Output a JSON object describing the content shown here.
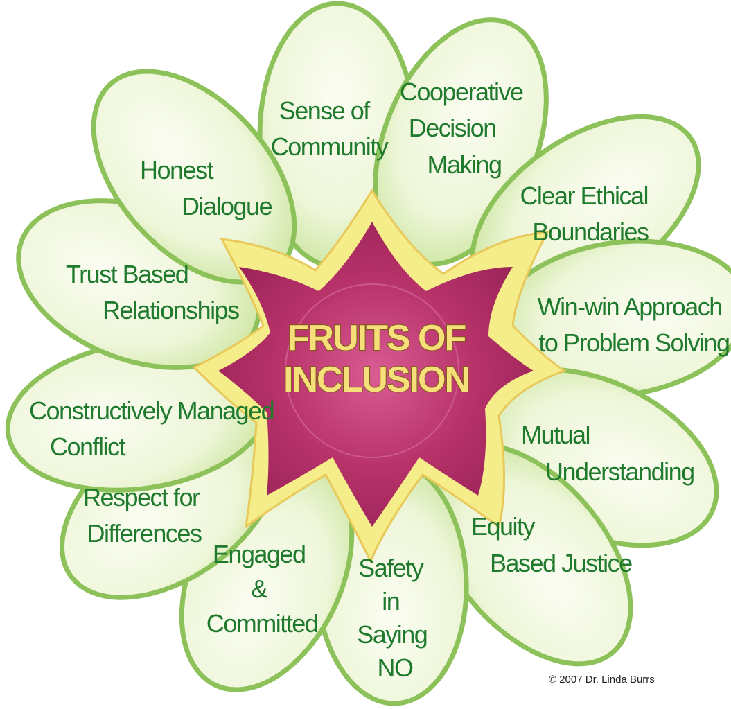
{
  "center": {
    "title_line1": "FRUITS OF",
    "title_line2": "INCLUSION"
  },
  "petals": [
    {
      "lines": [
        "Sense of",
        "Community"
      ]
    },
    {
      "lines": [
        "Cooperative",
        "Decision",
        "Making"
      ]
    },
    {
      "lines": [
        "Clear Ethical",
        "Boundaries"
      ]
    },
    {
      "lines": [
        "Win-win Approach",
        "to Problem Solving"
      ]
    },
    {
      "lines": [
        "Mutual",
        "Understanding"
      ]
    },
    {
      "lines": [
        "Equity",
        "Based Justice"
      ]
    },
    {
      "lines": [
        "Safety",
        "in",
        "Saying",
        "NO"
      ]
    },
    {
      "lines": [
        "Engaged",
        "&",
        "Committed"
      ]
    },
    {
      "lines": [
        "Respect for",
        "Differences"
      ]
    },
    {
      "lines": [
        "Constructively Managed",
        "Conflict"
      ]
    },
    {
      "lines": [
        "Trust Based",
        "Relationships"
      ]
    },
    {
      "lines": [
        "Honest",
        "Dialogue"
      ]
    }
  ],
  "copyright": "© 2007 Dr. Linda Burrs",
  "colors": {
    "petal_fill": "#eef6d9",
    "petal_edge": "#8dc25a",
    "text": "#1f7a2e",
    "center_outer": "#f5ec8a",
    "center_inner": "#b8336a",
    "title": "#f6df7a"
  }
}
